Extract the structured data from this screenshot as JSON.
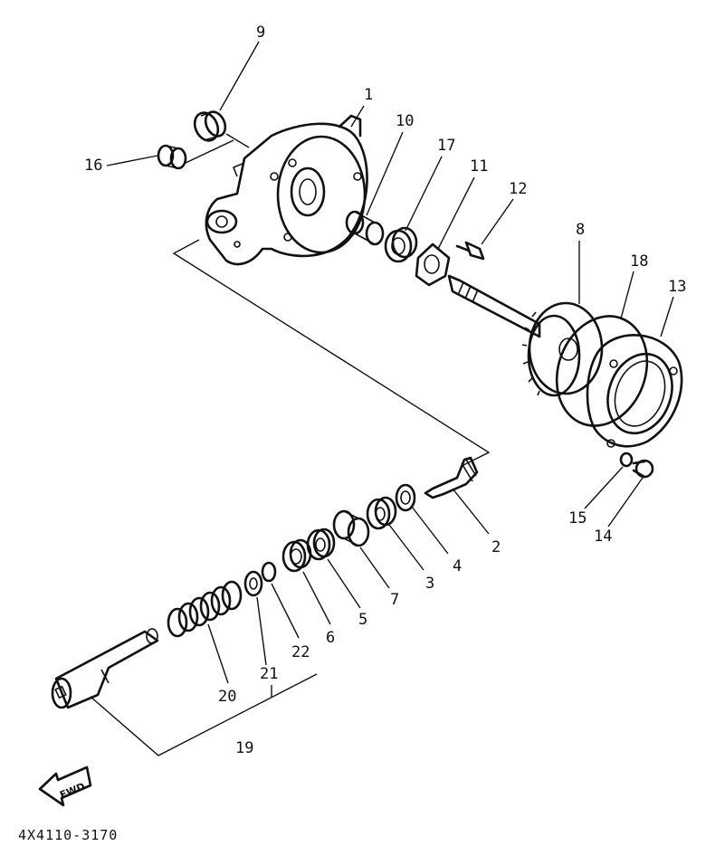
{
  "diagram": {
    "callouts": [
      "1",
      "2",
      "3",
      "4",
      "5",
      "6",
      "7",
      "8",
      "9",
      "10",
      "11",
      "12",
      "13",
      "14",
      "15",
      "16",
      "17",
      "18",
      "19",
      "20",
      "21",
      "22"
    ],
    "fwd_label": "FWD",
    "drawing_code": "4X4110-3170"
  }
}
